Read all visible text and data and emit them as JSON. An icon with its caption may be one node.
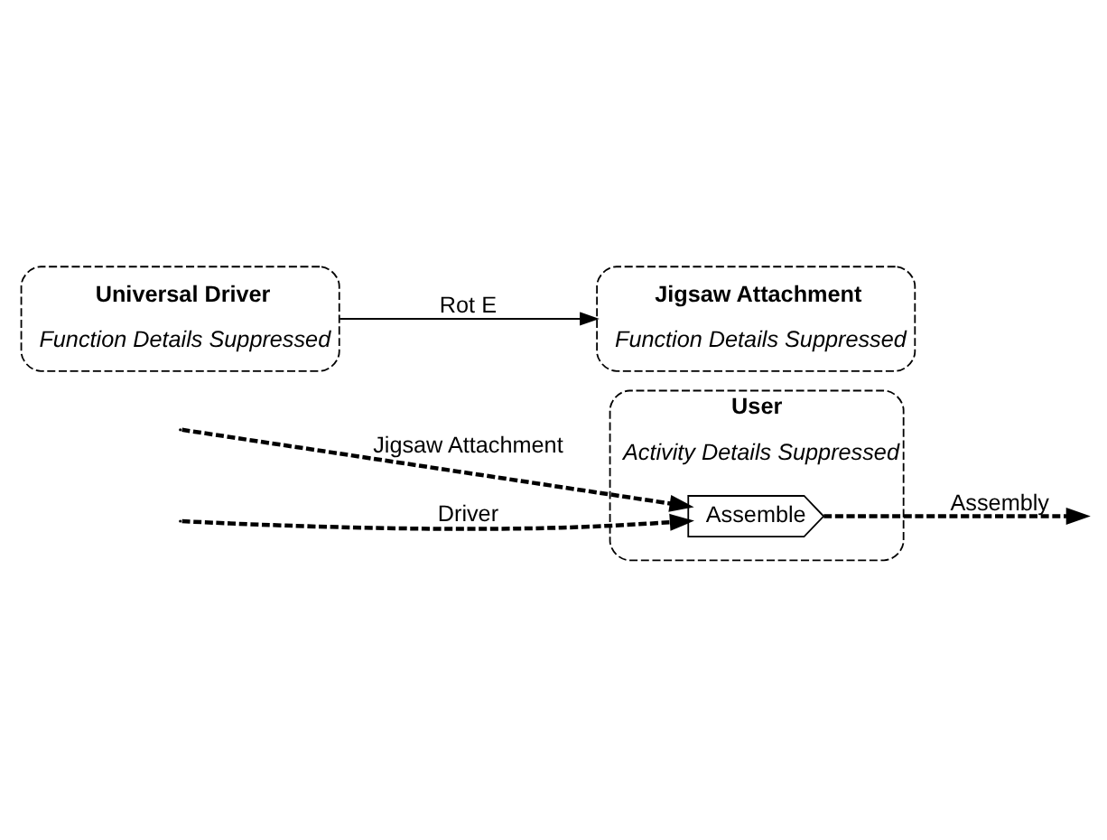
{
  "diagram": {
    "nodes": [
      {
        "text": [
          "User",
          "Activity Details Suppressed"
        ]
      },
      {
        "text": [
          "Assemble"
        ],
        "in": 0
      },
      {
        "text": [
          "Universal Driver",
          "Function Details Suppressed"
        ]
      },
      {
        "text": [
          "Jigsaw Attachment",
          "Function Details Suppressed"
        ]
      }
    ],
    "edges": [
      {
        "from": null,
        "to": 1,
        "arrow": "to",
        "label": "Jigsaw Attachment",
        "style": "dashed"
      },
      {
        "from": null,
        "to": 1,
        "arrow": "to",
        "label": "Driver",
        "style": "dashed"
      },
      {
        "from": 1,
        "to": null,
        "arrow": "to",
        "label": "Assembly",
        "style": "dashed"
      },
      {
        "from": 2,
        "to": 3,
        "arrow": "to",
        "label": "Rot E"
      }
    ]
  }
}
